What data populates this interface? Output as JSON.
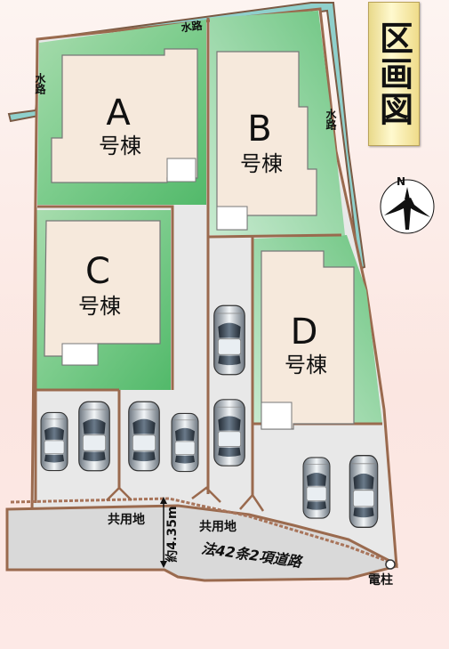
{
  "title": "区画図",
  "waterway_label": "水路",
  "lots": [
    {
      "letter": "A",
      "label": "号棟"
    },
    {
      "letter": "B",
      "label": "号棟"
    },
    {
      "letter": "C",
      "label": "号棟"
    },
    {
      "letter": "D",
      "label": "号棟"
    }
  ],
  "shared_land_label": "共用地",
  "road_width_label": "約4.35m",
  "road_label": "法42条2項道路",
  "utility_pole_label": "電柱",
  "compass_label": "N",
  "colors": {
    "waterway": "#8fd0cc",
    "boundary": "#9a6a4e",
    "yard": "#79c98a",
    "building": "#f5e8da",
    "parking": "#e7e7e7",
    "road": "#dadada"
  }
}
